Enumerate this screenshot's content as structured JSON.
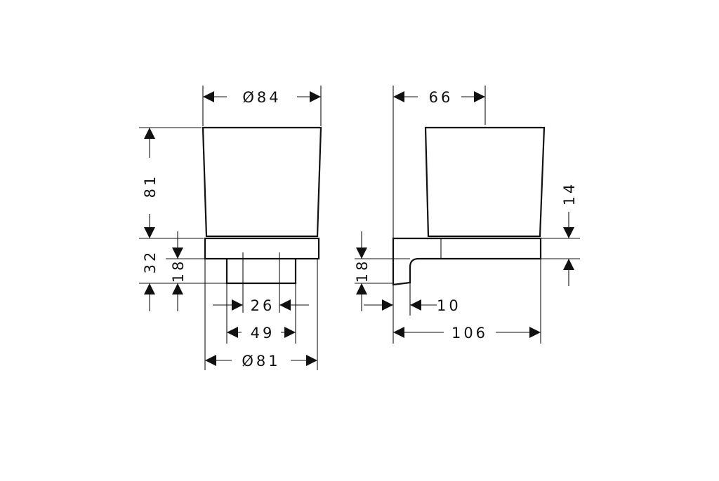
{
  "colors": {
    "line": "#111111",
    "background": "#ffffff"
  },
  "dimensions": {
    "front_top_diameter": "Ø84",
    "front_bottom_diameter": "Ø81",
    "front_height": "81",
    "front_mount_total": "32",
    "front_mount": "18",
    "front_inner_width": "26",
    "front_mount_width": "49",
    "side_depth": "66",
    "side_rim": "14",
    "side_mount": "18",
    "side_wall_offset": "10",
    "side_total_depth": "106"
  }
}
